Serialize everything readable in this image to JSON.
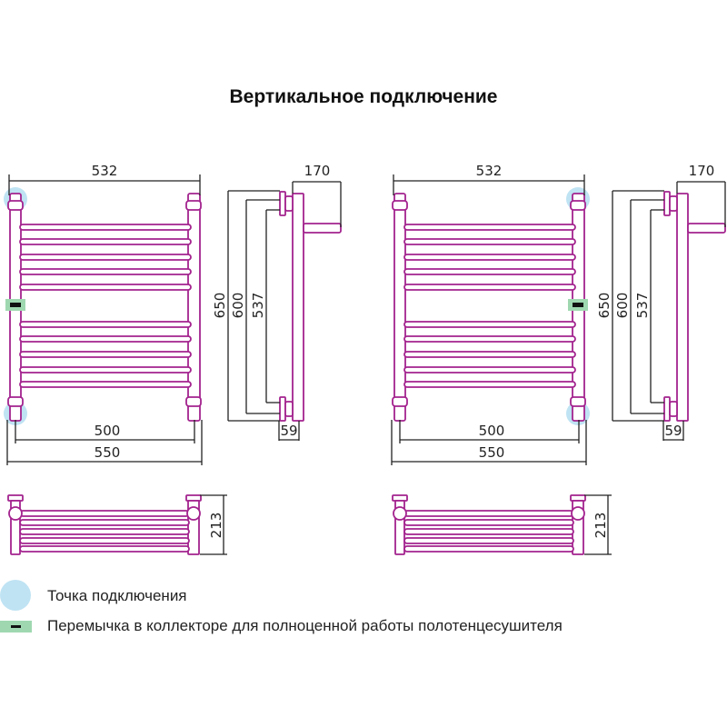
{
  "title": "Вертикальное подключение",
  "colors": {
    "pipe": "#a3238e",
    "dim": "#222222",
    "connection": "#bfe3f3",
    "jumper": "#9fd8b0"
  },
  "diagrams": [
    {
      "connection_side": "left",
      "dims": {
        "top_width": "532",
        "depth": "170",
        "height": "650",
        "h600": "600",
        "h537": "537",
        "offset": "59",
        "center": "500",
        "total_width": "550",
        "shelf_height": "213"
      }
    },
    {
      "connection_side": "right",
      "dims": {
        "top_width": "532",
        "depth": "170",
        "height": "650",
        "h600": "600",
        "h537": "537",
        "offset": "59",
        "center": "500",
        "total_width": "550",
        "shelf_height": "213"
      }
    }
  ],
  "legend": {
    "connection_point": "Точка подключения",
    "jumper": "Перемычка в коллекторе для полноценной работы полотенцесушителя"
  }
}
